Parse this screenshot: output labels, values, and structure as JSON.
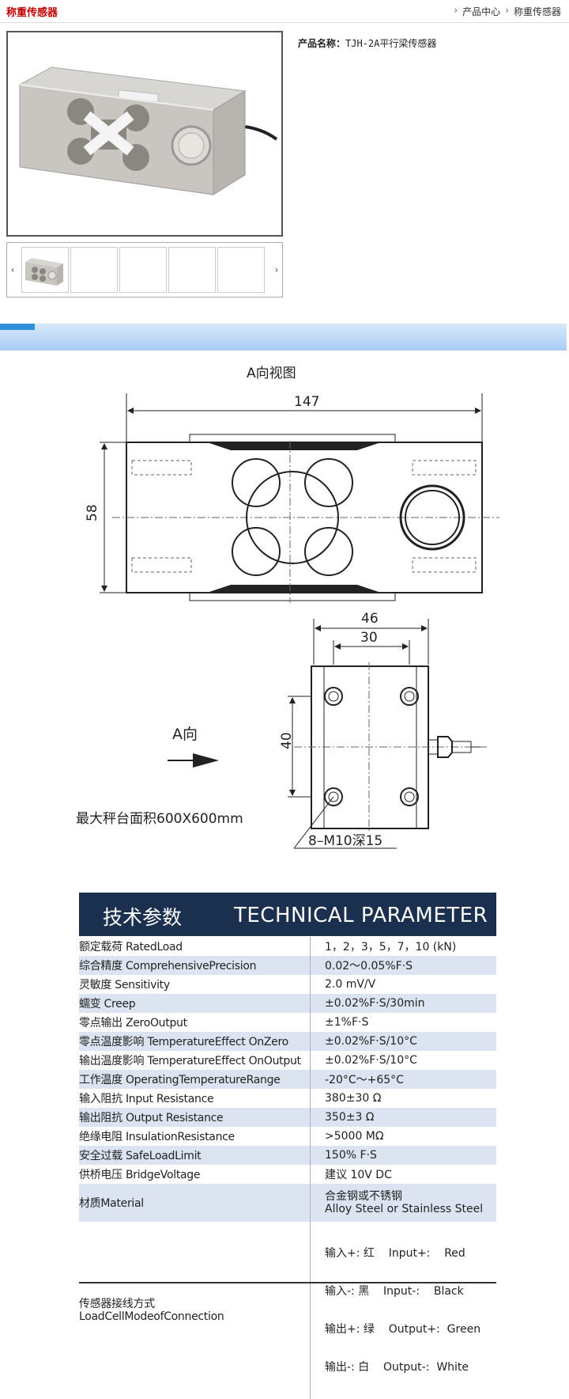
{
  "header": {
    "category_title": "称重传感器",
    "breadcrumb": [
      "产品中心",
      "称重传感器"
    ],
    "separator": "›"
  },
  "product": {
    "name_label": "产品名称：",
    "name_value": "TJH-2A平行梁传感器",
    "thumb_prev": "‹",
    "thumb_next": "›"
  },
  "drawing": {
    "view_title": "A向视图",
    "dim_length": "147",
    "dim_height": "58",
    "dim_width": "46",
    "dim_hole_spacing": "30",
    "dim_side": "40",
    "direction_label": "A向",
    "max_platform": "最大秤台面积600X600mm",
    "thread_spec": "8–M10深15"
  },
  "params": {
    "title_cn": "技术参数",
    "title_en": "TECHNICAL PARAMETER",
    "rows": [
      {
        "key": "额定载荷 RatedLoad",
        "value": "1，2，3，5，7，10 (kN)"
      },
      {
        "key": "综合精度 ComprehensivePrecision",
        "value": "0.02～0.05%F·S"
      },
      {
        "key": "灵敏度 Sensitivity",
        "value": "2.0 mV/V"
      },
      {
        "key": "蠕变 Creep",
        "value": "±0.02%F·S/30min"
      },
      {
        "key": "零点输出 ZeroOutput",
        "value": "±1%F·S"
      },
      {
        "key": "零点温度影响 TemperatureEffect OnZero",
        "value": "±0.02%F·S/10°C"
      },
      {
        "key": "输出温度影响 TemperatureEffect OnOutput",
        "value": "±0.02%F·S/10°C"
      },
      {
        "key": "工作温度 OperatingTemperatureRange",
        "value": "-20°C～+65°C"
      },
      {
        "key": "输入阻抗 Input Resistance",
        "value": "380±30 Ω"
      },
      {
        "key": "输出阻抗 Output Resistance",
        "value": "350±3 Ω"
      },
      {
        "key": "绝缘电阻 InsulationResistance",
        "value": ">5000 MΩ"
      },
      {
        "key": "安全过载 SafeLoadLimit",
        "value": "150% F·S"
      },
      {
        "key": "供桥电压 BridgeVoltage",
        "value": "建议 10V DC"
      }
    ],
    "material_key": "材质Material",
    "material_values": [
      "合金钢或不锈钢",
      "Alloy Steel or Stainless Steel"
    ],
    "connection_key": [
      "传感器接线方式",
      "LoadCellModeofConnection"
    ],
    "connection_values": [
      "输入+: 红    Input+:    Red",
      "输入-: 黑    Input-:    Black",
      "输出+: 绿    Output+:  Green",
      "输出-: 白    Output-:  White"
    ]
  }
}
